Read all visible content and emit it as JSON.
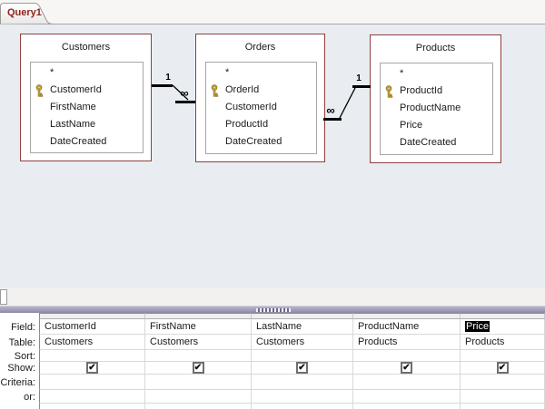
{
  "tab": {
    "title": "Query1"
  },
  "diagram": {
    "tables": [
      {
        "name": "Customers",
        "fields": [
          "*",
          "CustomerId",
          "FirstName",
          "LastName",
          "DateCreated"
        ],
        "key_field": "CustomerId"
      },
      {
        "name": "Orders",
        "fields": [
          "*",
          "OrderId",
          "CustomerId",
          "ProductId",
          "DateCreated"
        ],
        "key_field": "OrderId"
      },
      {
        "name": "Products",
        "fields": [
          "*",
          "ProductId",
          "ProductName",
          "Price",
          "DateCreated"
        ],
        "key_field": "ProductId"
      }
    ],
    "relationships": [
      {
        "from": "Customers",
        "from_field": "CustomerId",
        "to": "Orders",
        "to_field": "CustomerId",
        "one_label": "1",
        "many_label": "∞"
      },
      {
        "from": "Orders",
        "from_field": "ProductId",
        "to": "Products",
        "to_field": "ProductId",
        "one_label": "1",
        "many_label": "∞"
      }
    ]
  },
  "grid": {
    "row_labels": [
      "Field:",
      "Table:",
      "Sort:",
      "Show:",
      "Criteria:",
      "or:"
    ],
    "columns": [
      {
        "field": "CustomerId",
        "table": "Customers",
        "sort": "",
        "show": true,
        "criteria": "",
        "or": "",
        "selected": false
      },
      {
        "field": "FirstName",
        "table": "Customers",
        "sort": "",
        "show": true,
        "criteria": "",
        "or": "",
        "selected": false
      },
      {
        "field": "LastName",
        "table": "Customers",
        "sort": "",
        "show": true,
        "criteria": "",
        "or": "",
        "selected": false
      },
      {
        "field": "ProductName",
        "table": "Products",
        "sort": "",
        "show": true,
        "criteria": "",
        "or": "",
        "selected": false
      },
      {
        "field": "Price",
        "table": "Products",
        "sort": "",
        "show": true,
        "criteria": "",
        "or": "",
        "selected": true
      }
    ]
  },
  "icons": {
    "check": "✔",
    "key": "key-icon",
    "infinity": "∞"
  },
  "colors": {
    "tab_text": "#92211b",
    "table_border": "#8e403d",
    "diagram_surface": "#e9edf2",
    "splitter": "#9b99b0",
    "selection_bg": "#000000",
    "selection_text": "#ffffff"
  }
}
